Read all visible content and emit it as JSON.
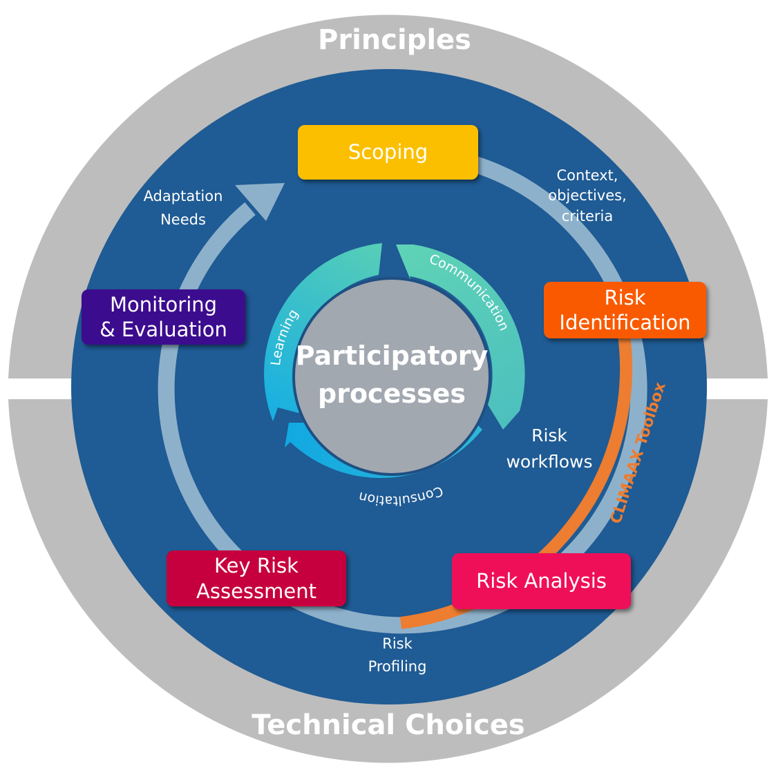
{
  "outer_ring": {
    "top_label": "Principles",
    "bottom_label": "Technical Choices"
  },
  "center": {
    "line1": "Participatory",
    "line2": "processes"
  },
  "inner_cycle": {
    "communication": "Communication",
    "consultation": "Consultation",
    "learning": "Learning"
  },
  "stages": {
    "scoping": {
      "label": "Scoping",
      "color": "#FBBF00"
    },
    "risk_identification": {
      "line1": "Risk",
      "line2": "Identification",
      "color": "#F95A00"
    },
    "risk_analysis": {
      "label": "Risk Analysis",
      "color": "#EF0F59"
    },
    "key_risk_assessment": {
      "line1": "Key Risk",
      "line2": "Assessment",
      "color": "#C6003E"
    },
    "monitoring_evaluation": {
      "line1": "Monitoring",
      "line2": "& Evaluation",
      "color": "#3C0C8E"
    }
  },
  "transitions": {
    "context": {
      "line1": "Context,",
      "line2": "objectives,",
      "line3": "criteria"
    },
    "workflows": {
      "line1": "Risk",
      "line2": "workflows"
    },
    "profiling": {
      "line1": "Risk",
      "line2": "Profiling"
    },
    "adaptation": {
      "line1": "Adaptation",
      "line2": "Needs"
    }
  },
  "toolbox": {
    "label": "CLIMAAX Toolbox",
    "color": "#ED7D31"
  },
  "colors": {
    "outer_ring": "#BDBDBD",
    "main_disc": "#1F5B94",
    "cycle_arrow": "#8EB1CB",
    "center_disc": "#A2A8B0"
  }
}
